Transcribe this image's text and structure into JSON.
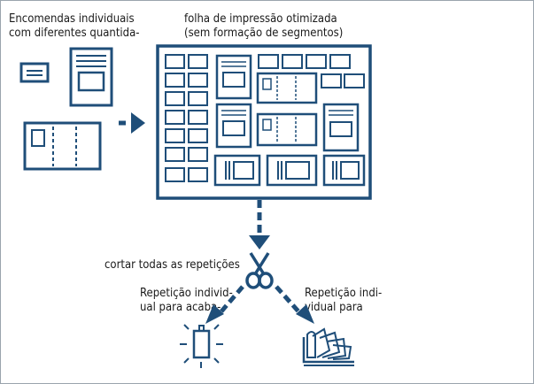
{
  "colors": {
    "primary": "#1f4e79",
    "text": "#1a1a1a",
    "border": "#9aa4ad",
    "background": "#ffffff"
  },
  "labels": {
    "orders_line1": "Encomendas individuais",
    "orders_line2": "com diferentes quantida-",
    "sheet_line1": "folha de impressão otimizada",
    "sheet_line2": "(sem formação de segmentos)",
    "cut": "cortar todas as repetições",
    "finish_line1": "Repetição individ-",
    "finish_line2": "ual para acaba-",
    "bind_line1": "Repetição indi-",
    "bind_line2": "vidual para"
  },
  "icons": {
    "small_card": "small-card-icon",
    "document": "document-icon",
    "folded_flyer": "folded-flyer-icon",
    "arrow": "arrow-right-icon",
    "scissors": "scissors-icon",
    "finishing": "finishing-icon",
    "binding": "binding-icon"
  }
}
